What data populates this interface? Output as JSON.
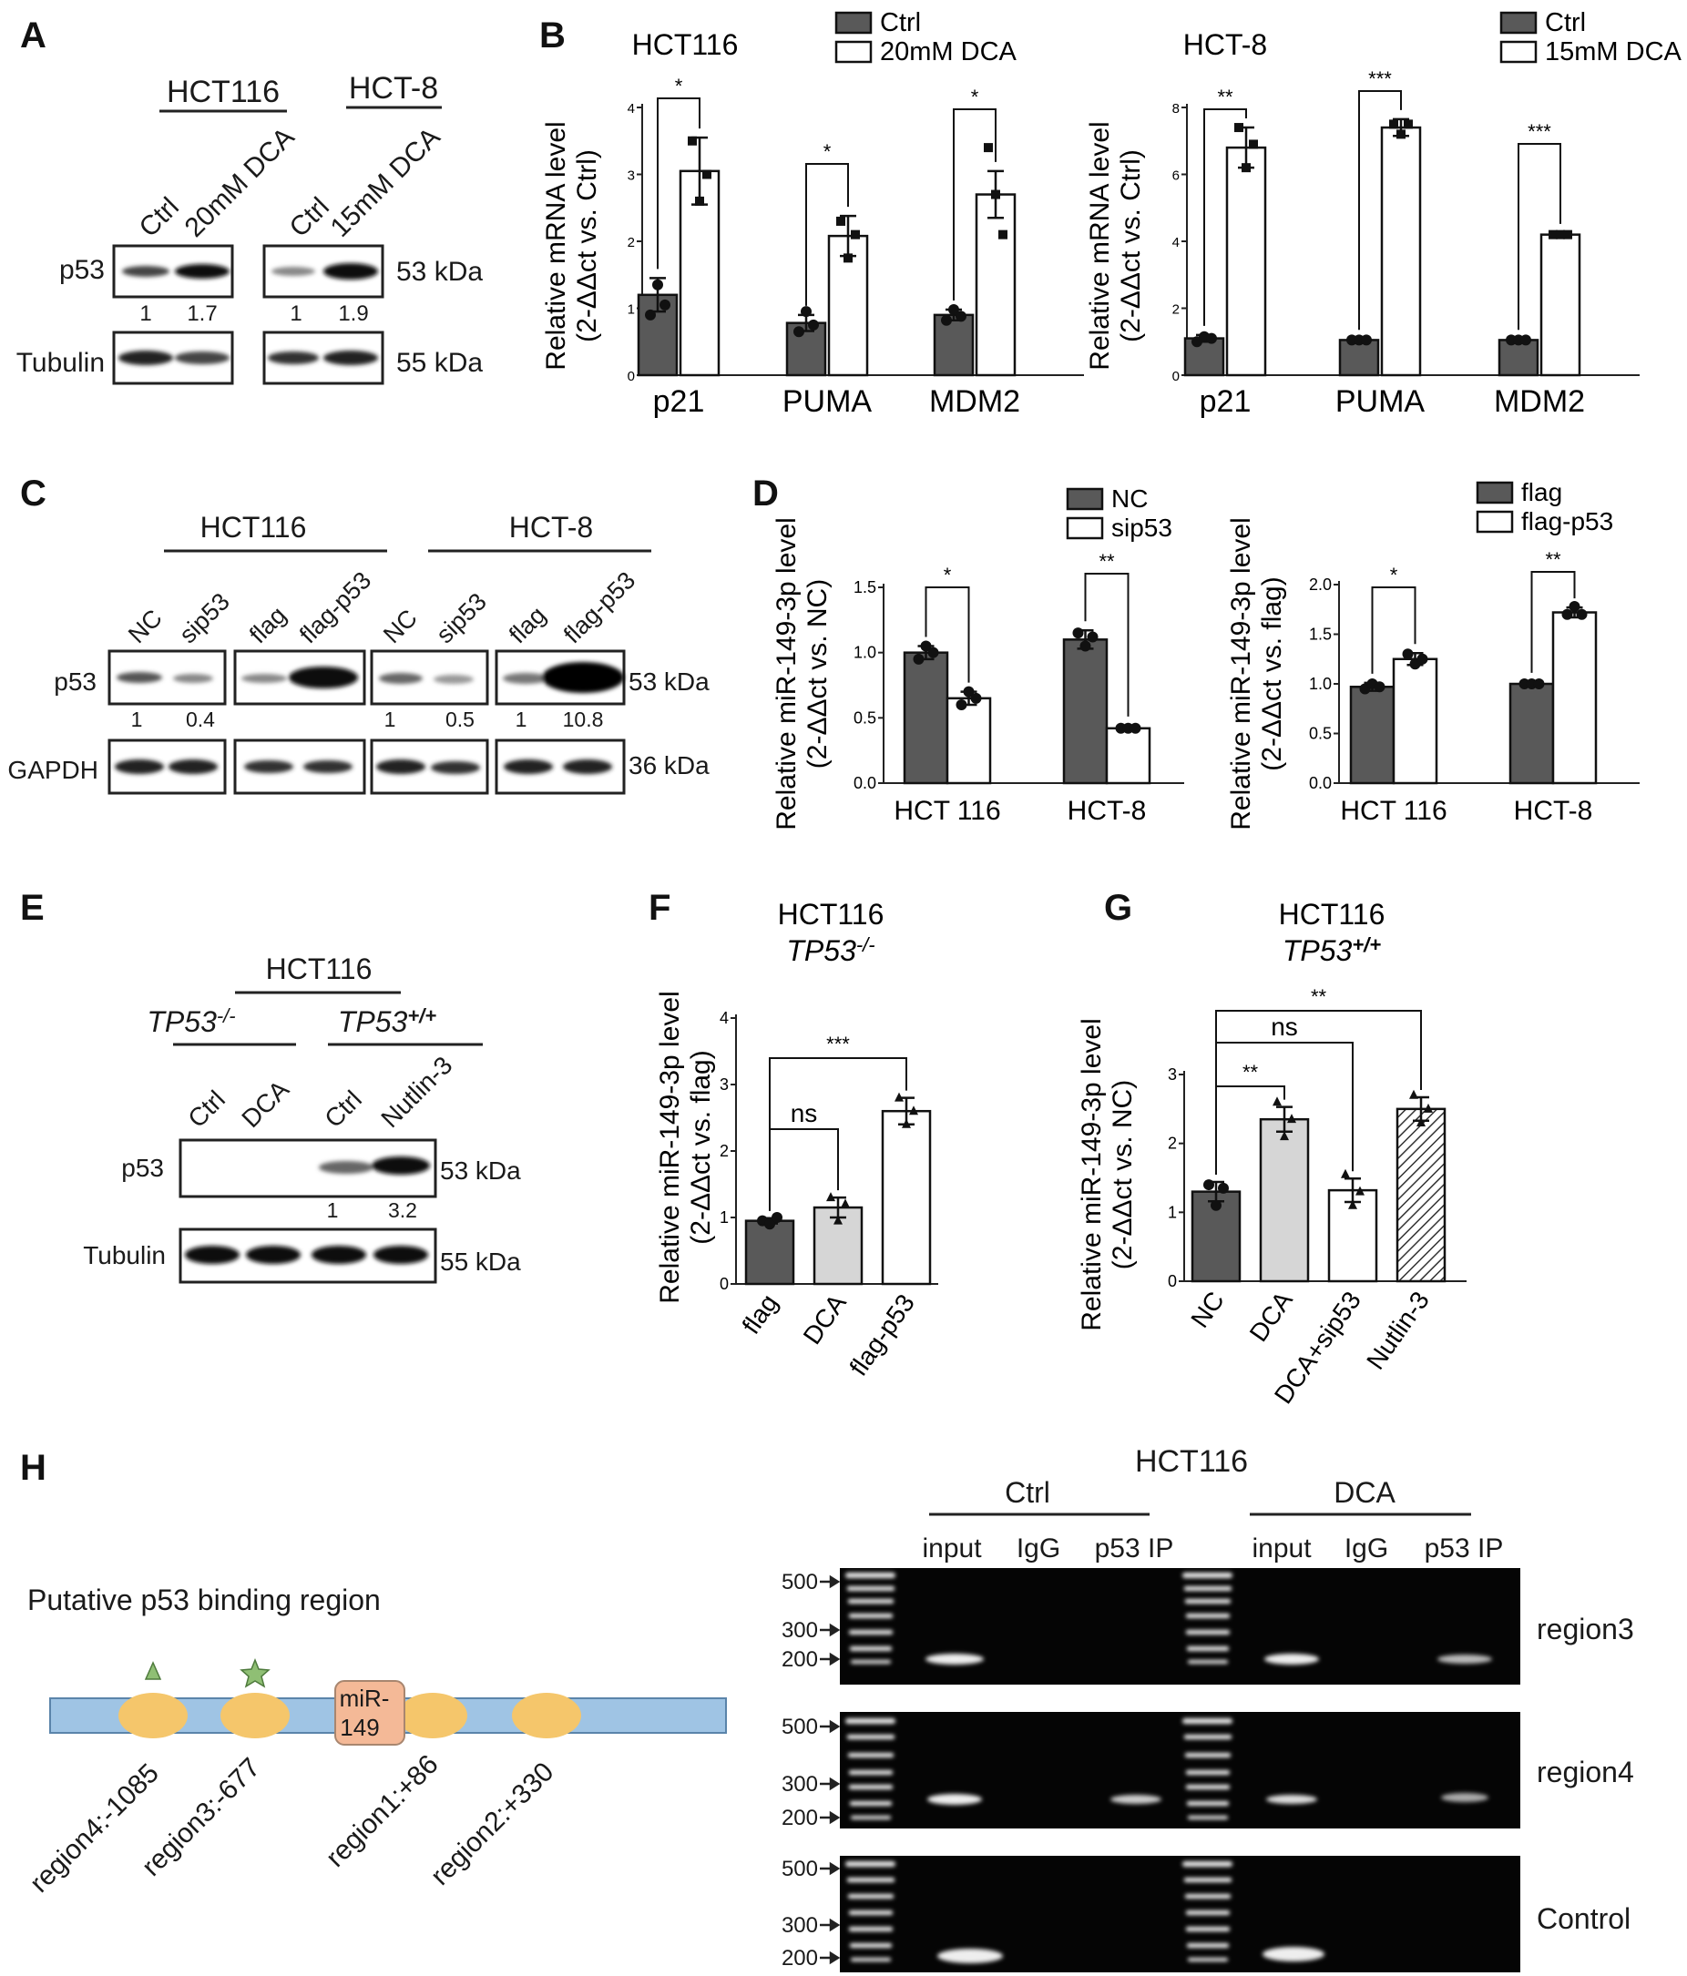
{
  "panels": {
    "A": "A",
    "B": "B",
    "C": "C",
    "D": "D",
    "E": "E",
    "F": "F",
    "G": "G",
    "H": "H"
  },
  "blotA": {
    "groups": [
      "HCT116",
      "HCT-8"
    ],
    "lanes": [
      "Ctrl",
      "20mM DCA",
      "Ctrl",
      "15mM DCA"
    ],
    "rows": [
      "p53",
      "Tubulin"
    ],
    "kda": [
      "53 kDa",
      "55 kDa"
    ],
    "quant": [
      "1",
      "1.7",
      "1",
      "1.9"
    ]
  },
  "blotC": {
    "groups": [
      "HCT116",
      "HCT-8"
    ],
    "lanes": [
      "NC",
      "sip53",
      "flag",
      "flag-p53",
      "NC",
      "sip53",
      "flag",
      "flag-p53"
    ],
    "rows": [
      "p53",
      "GAPDH"
    ],
    "kda": [
      "53 kDa",
      "36 kDa"
    ],
    "quant": [
      "1",
      "0.4",
      "1",
      "0.5",
      "1",
      "10.8"
    ]
  },
  "blotE": {
    "group": "HCT116",
    "genotypes": [
      "TP53",
      "-/-",
      "TP53",
      "+/+"
    ],
    "lanes": [
      "Ctrl",
      "DCA",
      "Ctrl",
      "Nutlin-3"
    ],
    "rows": [
      "p53",
      "Tubulin"
    ],
    "kda": [
      "53 kDa",
      "55 kDa"
    ],
    "quant": [
      "1",
      "3.2"
    ]
  },
  "gelH": {
    "title": "HCT116",
    "groups": [
      "Ctrl",
      "DCA"
    ],
    "lanes": [
      "input",
      "IgG",
      "p53 IP",
      "input",
      "IgG",
      "p53 IP"
    ],
    "rows": [
      "region3",
      "region4",
      "Control"
    ],
    "markers": [
      [
        "500",
        "300",
        "200"
      ],
      [
        "500",
        "300",
        "200"
      ],
      [
        "500",
        "300",
        "200"
      ]
    ]
  },
  "diagramH": {
    "title": "Putative p53 binding region",
    "gene": "miR-\n149",
    "regions": [
      "region4:-1085",
      "region3:-677",
      "region1:+86",
      "region2:+330"
    ]
  },
  "chart_data": [
    {
      "id": "B1",
      "type": "bar",
      "title": "HCT116",
      "ylabel": "Relative mRNA level (2-ΔΔct vs. Ctrl)",
      "ylim": [
        0,
        4
      ],
      "yticks": [
        "0",
        "1",
        "2",
        "3",
        "4"
      ],
      "categories": [
        "p21",
        "PUMA",
        "MDM2"
      ],
      "series": [
        {
          "name": "Ctrl",
          "color": "#595959",
          "values": [
            1.2,
            0.78,
            0.9
          ],
          "errors": [
            0.25,
            0.12,
            0.08
          ],
          "points": [
            [
              0.9,
              1.35,
              1.05
            ],
            [
              0.65,
              0.95,
              0.75
            ],
            [
              0.82,
              0.98,
              0.88
            ]
          ]
        },
        {
          "name": "20mM DCA",
          "color": "#ffffff",
          "values": [
            3.05,
            2.08,
            2.7
          ],
          "errors": [
            0.5,
            0.3,
            0.35
          ],
          "points": [
            [
              3.5,
              2.6,
              3.0
            ],
            [
              2.3,
              1.75,
              2.1
            ],
            [
              3.4,
              2.7,
              2.1
            ]
          ]
        }
      ],
      "sig": [
        "*",
        "*",
        "*"
      ]
    },
    {
      "id": "B2",
      "type": "bar",
      "title": "HCT-8",
      "ylabel": "Relative mRNA level (2-ΔΔct vs. Ctrl)",
      "ylim": [
        0,
        8
      ],
      "yticks": [
        "0",
        "2",
        "4",
        "6",
        "8"
      ],
      "categories": [
        "p21",
        "PUMA",
        "MDM2"
      ],
      "series": [
        {
          "name": "Ctrl",
          "color": "#595959",
          "values": [
            1.1,
            1.05,
            1.05
          ],
          "errors": [
            0.1,
            0.03,
            0.03
          ],
          "points": [
            [
              1.0,
              1.15,
              1.1
            ],
            [
              1.05,
              1.05,
              1.05
            ],
            [
              1.05,
              1.05,
              1.05
            ]
          ]
        },
        {
          "name": "15mM DCA",
          "color": "#ffffff",
          "values": [
            6.8,
            7.4,
            4.2
          ],
          "errors": [
            0.6,
            0.25,
            0.05
          ],
          "points": [
            [
              7.4,
              6.2,
              6.9
            ],
            [
              7.5,
              7.2,
              7.5
            ],
            [
              4.2,
              4.2,
              4.2
            ]
          ]
        }
      ],
      "sig": [
        "**",
        "***",
        "***"
      ]
    },
    {
      "id": "D1",
      "type": "bar",
      "ylabel": "Relative miR-149-3p level (2-ΔΔct vs. NC)",
      "ylim": [
        0,
        1.5
      ],
      "yticks": [
        "0.0",
        "0.5",
        "1.0",
        "1.5"
      ],
      "categories": [
        "HCT 116",
        "HCT-8"
      ],
      "series": [
        {
          "name": "NC",
          "color": "#595959",
          "values": [
            1.0,
            1.1
          ],
          "errors": [
            0.05,
            0.07
          ],
          "points": [
            [
              0.95,
              1.05,
              1.0
            ],
            [
              1.15,
              1.05,
              1.12
            ]
          ]
        },
        {
          "name": "sip53",
          "color": "#ffffff",
          "values": [
            0.65,
            0.42
          ],
          "errors": [
            0.05,
            0.02
          ],
          "points": [
            [
              0.6,
              0.7,
              0.65
            ],
            [
              0.42,
              0.42,
              0.42
            ]
          ]
        }
      ],
      "sig": [
        "*",
        "**"
      ]
    },
    {
      "id": "D2",
      "type": "bar",
      "ylabel": "Relative miR-149-3p level (2-ΔΔct vs. flag)",
      "ylim": [
        0,
        2.0
      ],
      "yticks": [
        "0.0",
        "0.5",
        "1.0",
        "1.5",
        "2.0"
      ],
      "categories": [
        "HCT 116",
        "HCT-8"
      ],
      "series": [
        {
          "name": "flag",
          "color": "#595959",
          "values": [
            0.97,
            1.0
          ],
          "errors": [
            0.04,
            0.02
          ],
          "points": [
            [
              0.95,
              1.0,
              0.97
            ],
            [
              1.0,
              1.0,
              1.0
            ]
          ]
        },
        {
          "name": "flag-p53",
          "color": "#ffffff",
          "values": [
            1.25,
            1.72
          ],
          "errors": [
            0.06,
            0.05
          ],
          "points": [
            [
              1.3,
              1.2,
              1.25
            ],
            [
              1.7,
              1.78,
              1.7
            ]
          ]
        }
      ],
      "sig": [
        "*",
        "**"
      ]
    },
    {
      "id": "F",
      "type": "bar",
      "title": "HCT116",
      "subtitle": "TP53",
      "ylabel": "Relative miR-149-3p level (2-ΔΔct vs. flag)",
      "ylim": [
        0,
        4
      ],
      "yticks": [
        "0",
        "1",
        "2",
        "3",
        "4"
      ],
      "categories": [
        "flag",
        "DCA",
        "flag-p53"
      ],
      "colors": [
        "#595959",
        "#d6d6d6",
        "#ffffff"
      ],
      "values": [
        0.95,
        1.15,
        2.6
      ],
      "errors": [
        0.04,
        0.15,
        0.2
      ],
      "points": [
        [
          0.95,
          0.9,
          1.0
        ],
        [
          1.3,
          0.95,
          1.2
        ],
        [
          2.8,
          2.4,
          2.6
        ]
      ],
      "sig": [
        [
          "flag",
          "flag-p53",
          "***"
        ],
        [
          "flag",
          "DCA",
          "ns"
        ]
      ]
    },
    {
      "id": "G",
      "type": "bar",
      "title": "HCT116",
      "subtitle": "TP53",
      "ylabel": "Relative miR-149-3p level (2-ΔΔct vs. NC)",
      "ylim": [
        0,
        3
      ],
      "yticks": [
        "0",
        "1",
        "2",
        "3"
      ],
      "categories": [
        "NC",
        "DCA",
        "DCA+sip53",
        "Nutlin-3"
      ],
      "colors": [
        "#595959",
        "#d6d6d6",
        "#ffffff",
        "hatch"
      ],
      "values": [
        1.3,
        2.35,
        1.32,
        2.5
      ],
      "errors": [
        0.14,
        0.18,
        0.17,
        0.17
      ],
      "points": [
        [
          1.4,
          1.1,
          1.35
        ],
        [
          2.6,
          2.1,
          2.35
        ],
        [
          1.55,
          1.1,
          1.3
        ],
        [
          2.7,
          2.3,
          2.5
        ]
      ],
      "sig": [
        [
          "NC",
          "DCA",
          "**"
        ],
        [
          "NC",
          "DCA+sip53",
          "ns"
        ],
        [
          "NC",
          "Nutlin-3",
          "**"
        ]
      ]
    }
  ]
}
